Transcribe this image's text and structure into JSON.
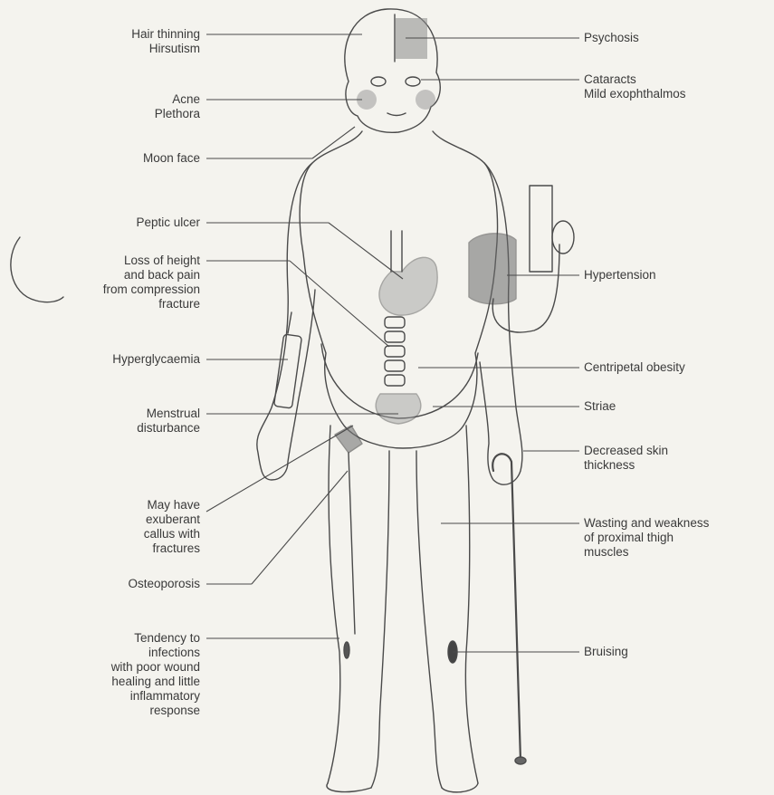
{
  "labels_left": [
    {
      "id": "hair-thinning",
      "text": "Hair thinning\nHirsutism"
    },
    {
      "id": "acne",
      "text": "Acne\nPlethora"
    },
    {
      "id": "moon-face",
      "text": "Moon face"
    },
    {
      "id": "peptic-ulcer",
      "text": "Peptic ulcer"
    },
    {
      "id": "loss-of-height",
      "text": "Loss of height\nand back pain\nfrom compression\nfracture"
    },
    {
      "id": "hyperglycaemia",
      "text": "Hyperglycaemia"
    },
    {
      "id": "menstrual",
      "text": "Menstrual\ndisturbance"
    },
    {
      "id": "callus",
      "text": "May have\nexuberant\ncallus with\nfractures"
    },
    {
      "id": "osteoporosis",
      "text": "Osteoporosis"
    },
    {
      "id": "infections",
      "text": "Tendency to\ninfections\nwith poor wound\nhealing and little\ninflammatory\nresponse"
    }
  ],
  "labels_right": [
    {
      "id": "psychosis",
      "text": "Psychosis"
    },
    {
      "id": "cataracts",
      "text": "Cataracts\nMild exophthalmos"
    },
    {
      "id": "hypertension",
      "text": "Hypertension"
    },
    {
      "id": "centripetal-obesity",
      "text": "Centripetal obesity"
    },
    {
      "id": "striae",
      "text": "Striae"
    },
    {
      "id": "skin-thickness",
      "text": "Decreased skin\nthickness"
    },
    {
      "id": "wasting",
      "text": "Wasting and weakness\nof proximal thigh\nmuscles"
    },
    {
      "id": "bruising",
      "text": "Bruising"
    }
  ]
}
